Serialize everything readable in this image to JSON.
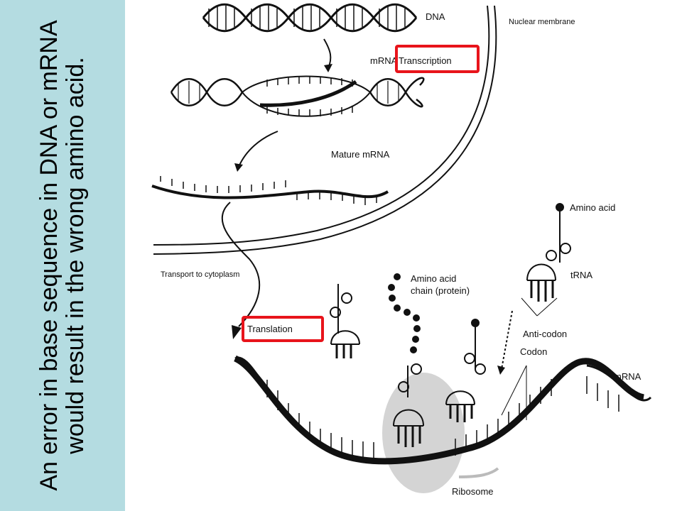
{
  "sidebar": {
    "text": "An error in base sequence in DNA or mRNA would result in the wrong amino acid."
  },
  "labels": {
    "dna": "DNA",
    "nuclear_membrane": "Nuclear membrane",
    "mrna_small": "mRNA",
    "transcription": "Transcription",
    "mature_mrna": "Mature mRNA",
    "transport": "Transport to cytoplasm",
    "amino_acid": "Amino acid",
    "chain_line1": "Amino acid",
    "chain_line2": "chain (protein)",
    "trna": "tRNA",
    "translation": "Translation",
    "anticodon": "Anti-codon",
    "codon": "Codon",
    "mrna_big": "mRNA",
    "ribosome": "Ribosome"
  },
  "colors": {
    "sidebar_bg": "#b4dce1",
    "highlight_box": "#e8141b",
    "ink": "#111111",
    "ribosome": "#d4d4d4"
  }
}
